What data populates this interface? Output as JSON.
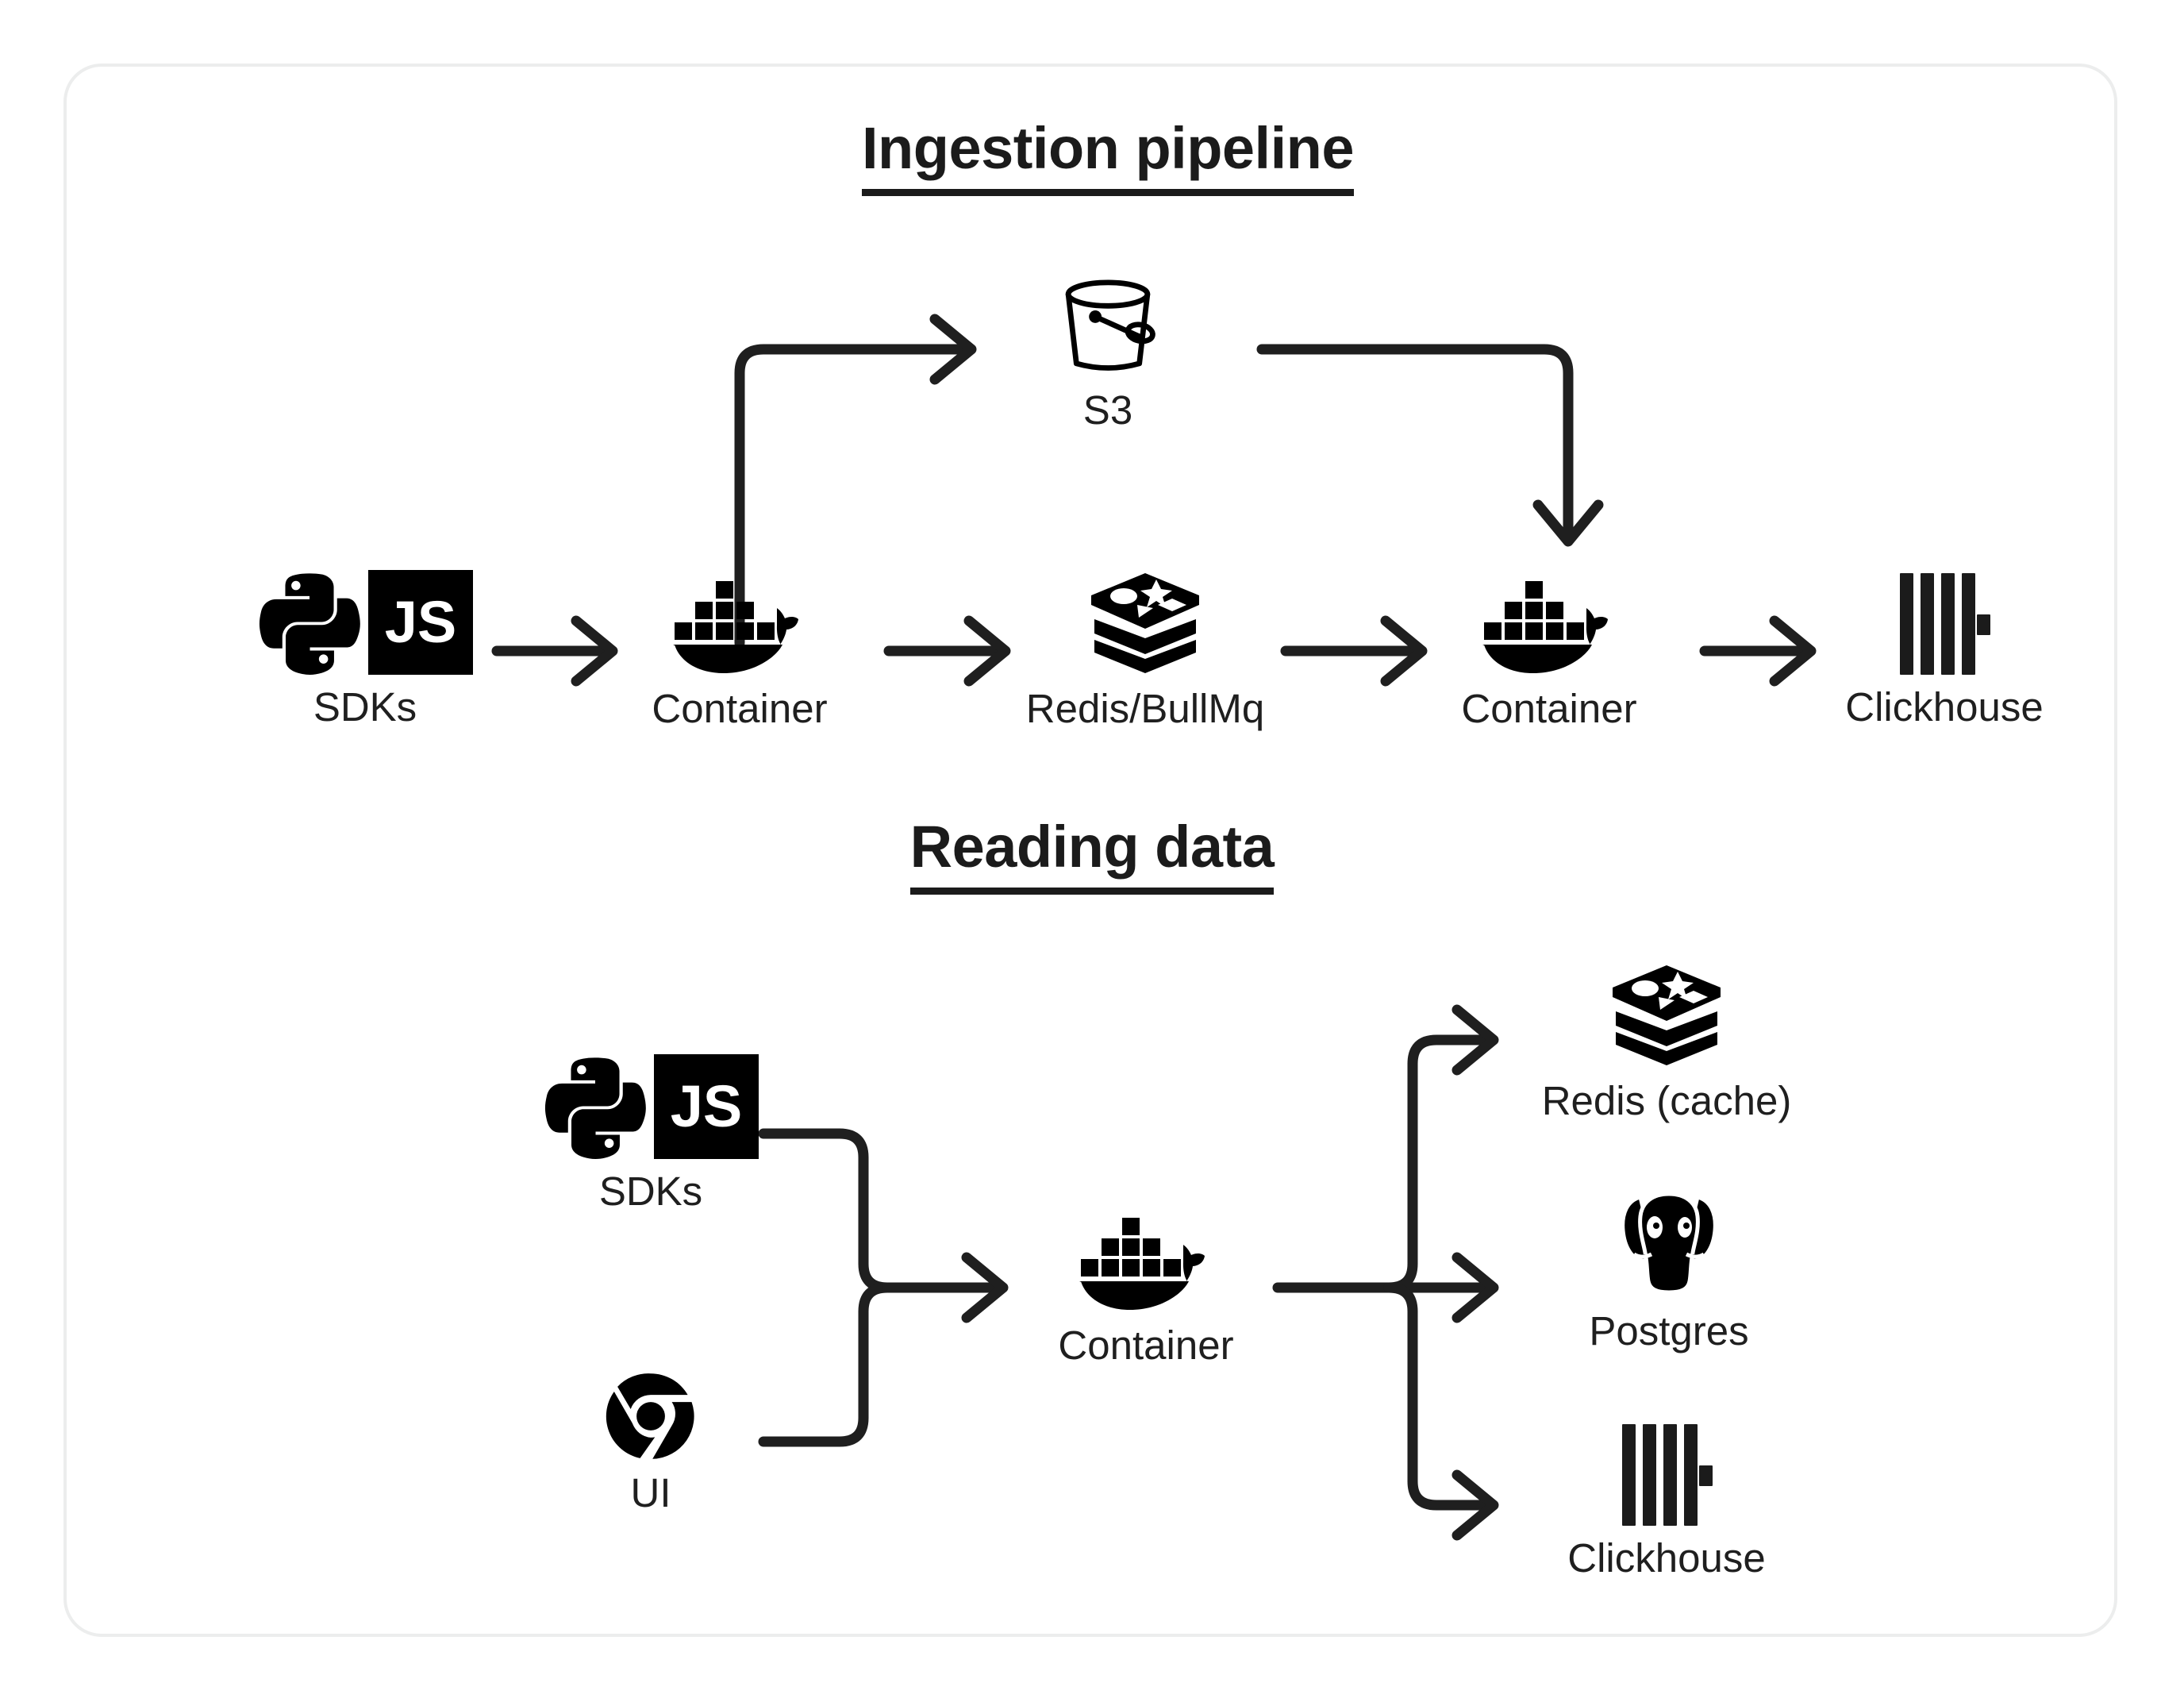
{
  "card": {
    "border_color": "#eceded",
    "background": "#ffffff"
  },
  "theme": {
    "ink": "#1b1b1b",
    "label_color": "#1f1f1f",
    "arrow_color": "#1f1f1f"
  },
  "sections": [
    {
      "id": "ingestion",
      "title": "Ingestion pipeline",
      "nodes": [
        {
          "id": "sdks",
          "label": "SDKs",
          "icons": [
            "python-icon",
            "javascript-icon"
          ]
        },
        {
          "id": "container-1",
          "label": "Container",
          "icons": [
            "docker-icon"
          ]
        },
        {
          "id": "s3",
          "label": "S3",
          "icons": [
            "s3-bucket-icon"
          ]
        },
        {
          "id": "redis-bullmq",
          "label": "Redis/BullMq",
          "icons": [
            "redis-icon"
          ]
        },
        {
          "id": "container-2",
          "label": "Container",
          "icons": [
            "docker-icon"
          ]
        },
        {
          "id": "clickhouse-1",
          "label": "Clickhouse",
          "icons": [
            "clickhouse-icon"
          ]
        }
      ],
      "edges": [
        {
          "from": "sdks",
          "to": "container-1",
          "kind": "straight"
        },
        {
          "from": "container-1",
          "to": "s3",
          "kind": "up-then-right"
        },
        {
          "from": "container-1",
          "to": "redis-bullmq",
          "kind": "straight"
        },
        {
          "from": "s3",
          "to": "container-2",
          "kind": "right-then-down"
        },
        {
          "from": "redis-bullmq",
          "to": "container-2",
          "kind": "straight"
        },
        {
          "from": "container-2",
          "to": "clickhouse-1",
          "kind": "straight"
        }
      ]
    },
    {
      "id": "reading",
      "title": "Reading data",
      "nodes": [
        {
          "id": "sdks-2",
          "label": "SDKs",
          "icons": [
            "python-icon",
            "javascript-icon"
          ]
        },
        {
          "id": "ui",
          "label": "UI",
          "icons": [
            "chrome-icon"
          ]
        },
        {
          "id": "container-3",
          "label": "Container",
          "icons": [
            "docker-icon"
          ]
        },
        {
          "id": "redis-cache",
          "label": "Redis (cache)",
          "icons": [
            "redis-icon"
          ]
        },
        {
          "id": "postgres",
          "label": "Postgres",
          "icons": [
            "postgres-icon"
          ]
        },
        {
          "id": "clickhouse-2",
          "label": "Clickhouse",
          "icons": [
            "clickhouse-icon"
          ]
        }
      ],
      "edges": [
        {
          "from": "sdks-2",
          "to": "container-3",
          "kind": "merge-top"
        },
        {
          "from": "ui",
          "to": "container-3",
          "kind": "merge-bottom"
        },
        {
          "from": "container-3",
          "to": "redis-cache",
          "kind": "branch-up"
        },
        {
          "from": "container-3",
          "to": "postgres",
          "kind": "branch-straight"
        },
        {
          "from": "container-3",
          "to": "clickhouse-2",
          "kind": "branch-down"
        }
      ]
    }
  ],
  "icon_glyphs": {
    "javascript-icon": "JS"
  }
}
